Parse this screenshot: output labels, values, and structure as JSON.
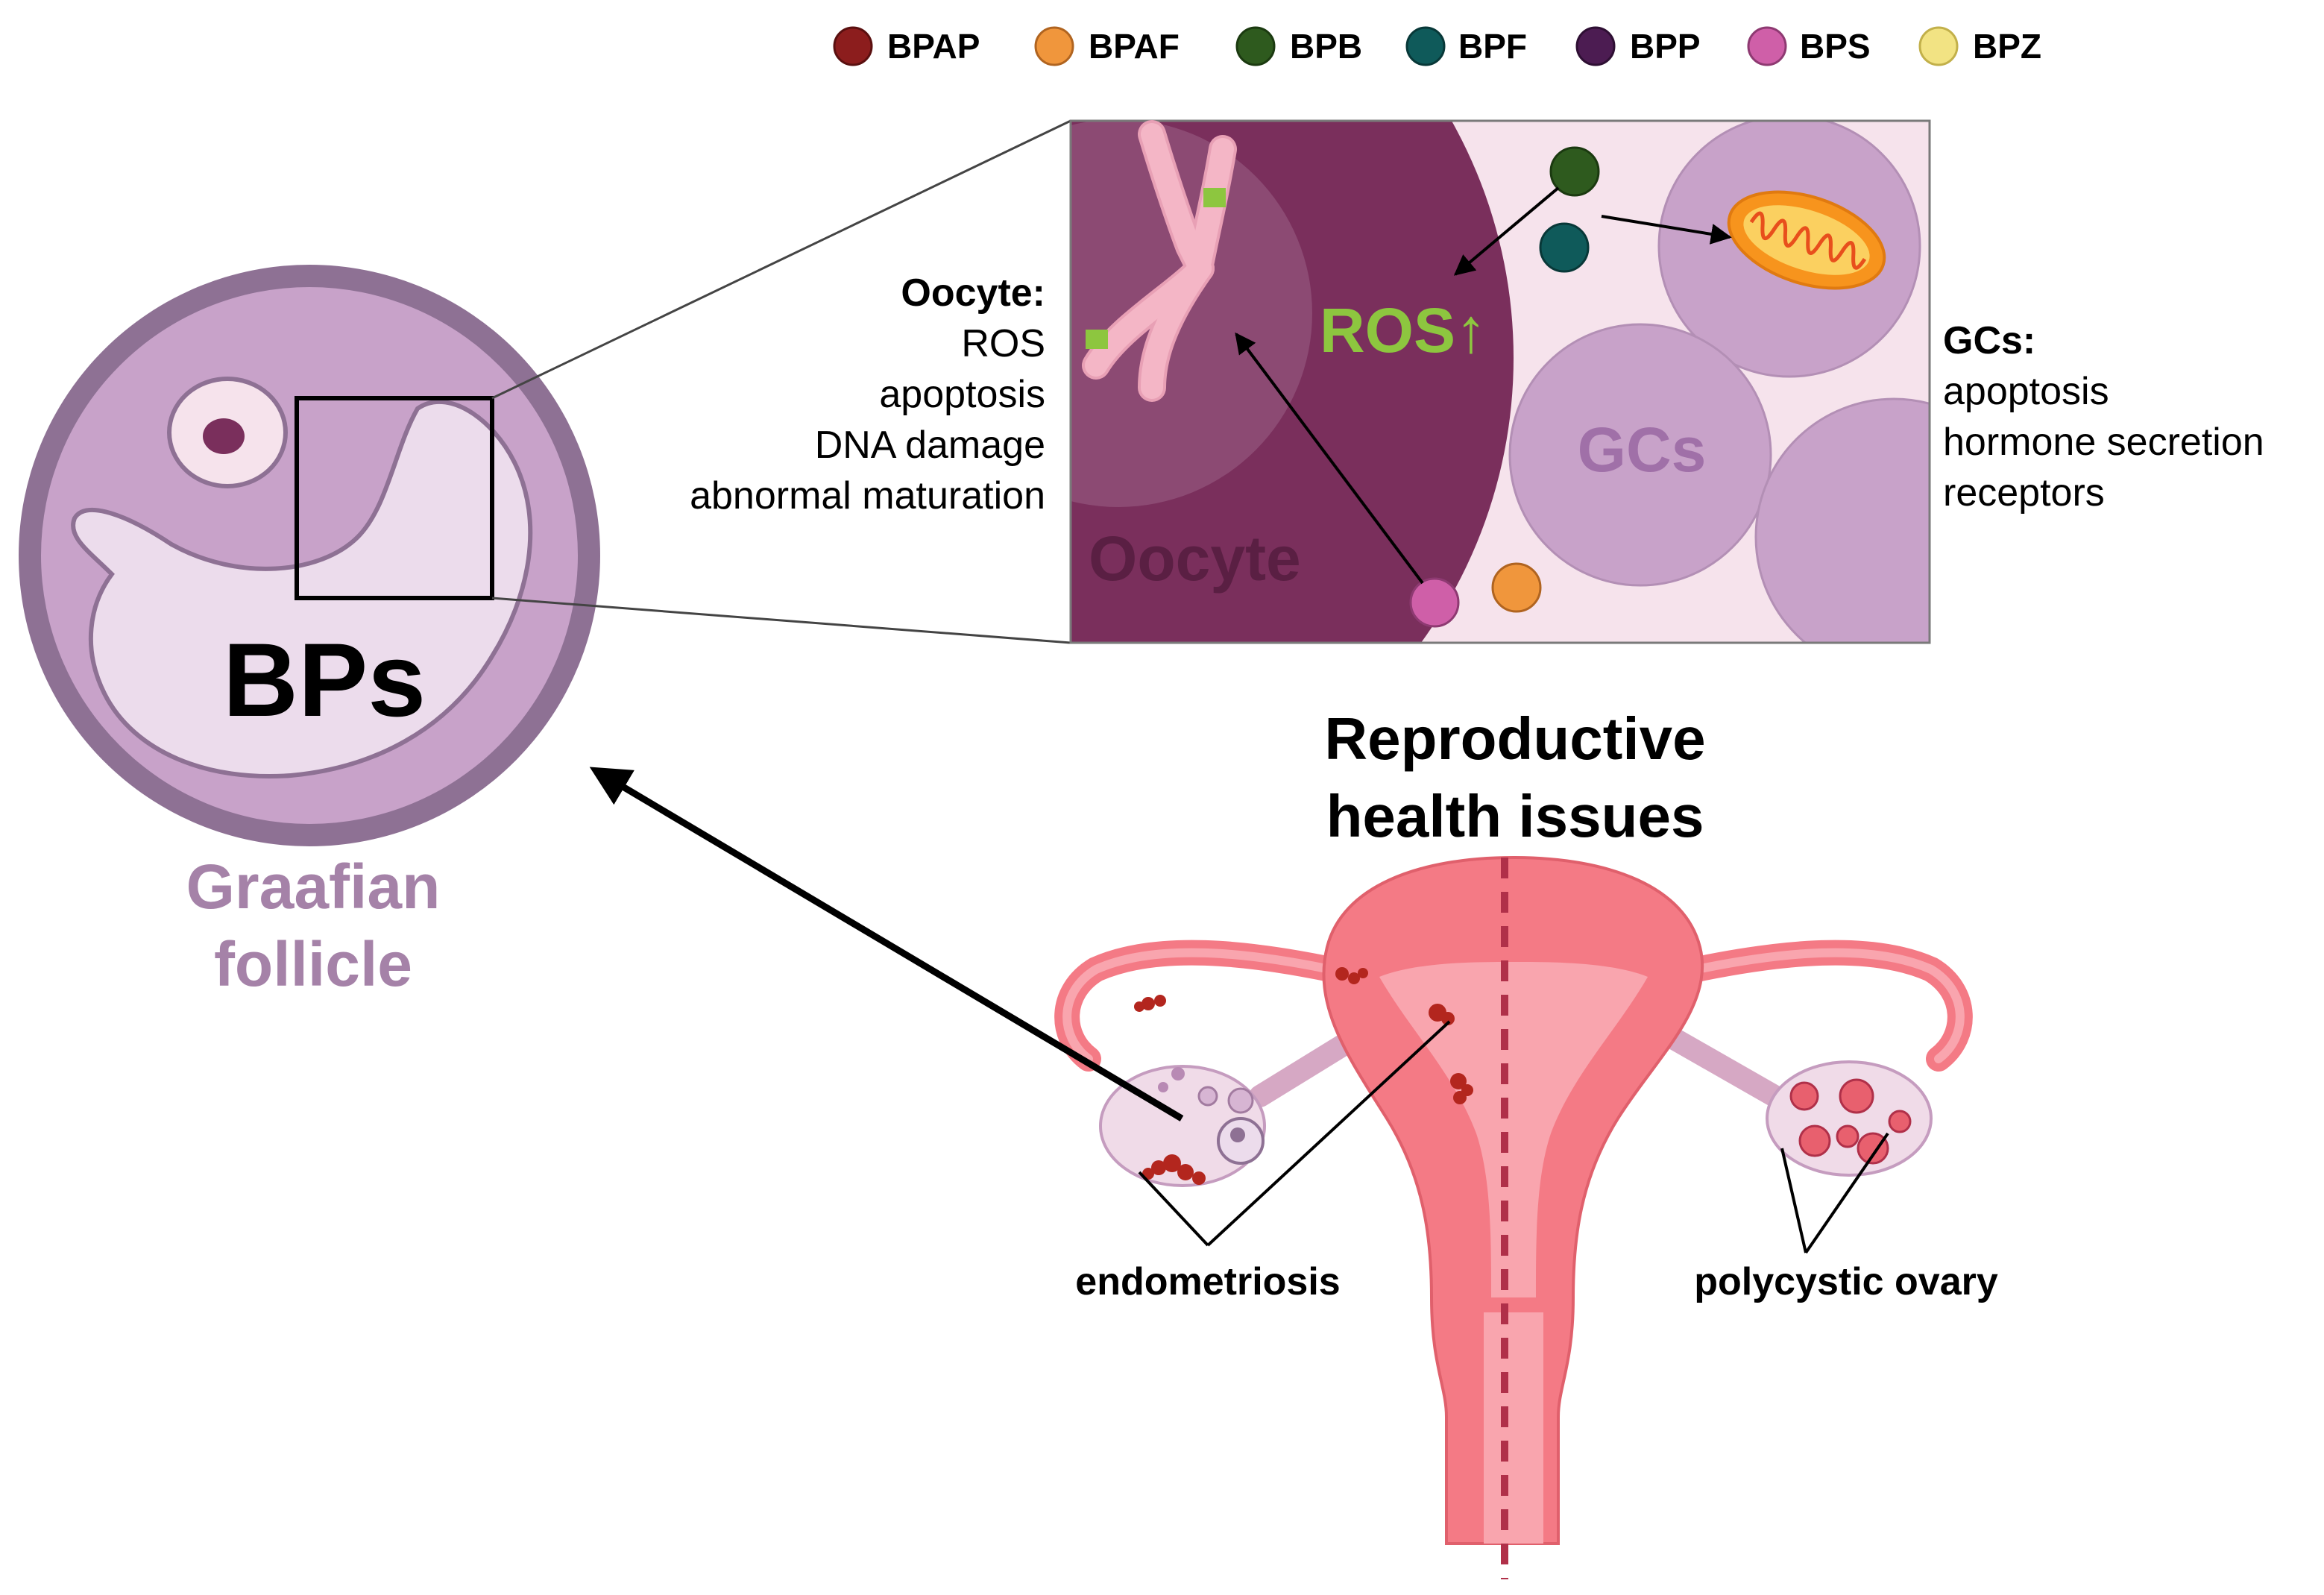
{
  "legend": {
    "items": [
      {
        "label": "BPAP",
        "color": "#8c1d1d"
      },
      {
        "label": "BPAF",
        "color": "#f0963c"
      },
      {
        "label": "BPB",
        "color": "#2e5a1e"
      },
      {
        "label": "BPF",
        "color": "#0f5a5a"
      },
      {
        "label": "BPP",
        "color": "#4c1c52"
      },
      {
        "label": "BPS",
        "color": "#cf5fa8"
      },
      {
        "label": "BPZ",
        "color": "#f2e383"
      }
    ]
  },
  "follicle": {
    "center_label": "BPs",
    "caption_line1": "Graafian",
    "caption_line2": "follicle"
  },
  "zoom_panel": {
    "oocyte_label": "Oocyte",
    "ros_label": "ROS↑",
    "gcs_label": "GCs"
  },
  "oocyte_effects": {
    "heading": "Oocyte:",
    "items": [
      "ROS",
      "apoptosis",
      "DNA damage",
      "abnormal maturation"
    ]
  },
  "gc_effects": {
    "heading": "GCs:",
    "items": [
      "apoptosis",
      "hormone secretion",
      "receptors"
    ]
  },
  "reproductive": {
    "title_line1": "Reproductive",
    "title_line2": "health issues",
    "endometriosis_label": "endometriosis",
    "pcos_label": "polycystic ovary"
  },
  "colors": {
    "follicle_outer": "#8e7194",
    "follicle_mid": "#c8a2c9",
    "antrum": "#ecdcec",
    "oocyte_dark": "#7a2f5c",
    "panel_bg": "#f6e3ec",
    "gc_cell": "#c8a2c9",
    "ros_green": "#8dc63f",
    "uterus": "#f47a85",
    "uterus_light": "#f9a5ae",
    "divider": "#b03049"
  }
}
